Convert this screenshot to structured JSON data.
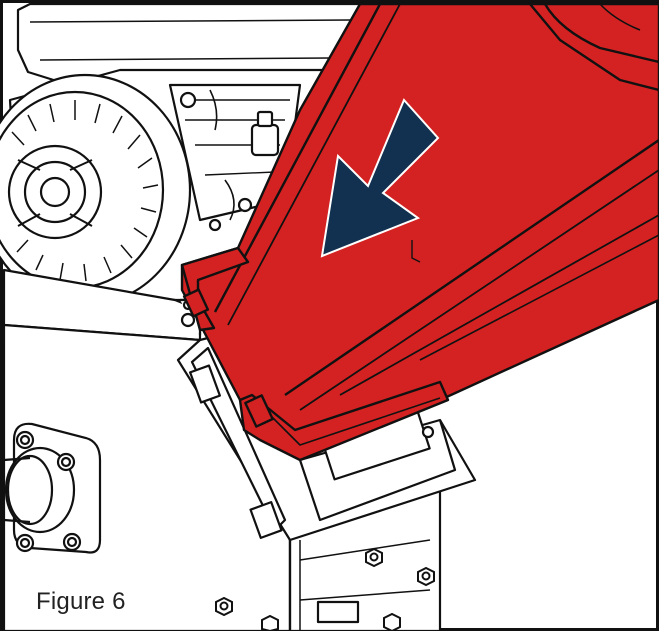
{
  "figure": {
    "caption": "Figure 6"
  },
  "colors": {
    "hopper_red": "#d42222",
    "arrow_navy": "#12304f",
    "line_black": "#111111",
    "background": "#ffffff"
  },
  "illustration": {
    "parts": [
      "engine",
      "recoil-starter",
      "fuel-tank",
      "chipper-housing",
      "hopper-chute",
      "mounting-plate",
      "bearing-flange",
      "mounting-bolts"
    ],
    "indicator_icon": "direction-arrow-icon"
  }
}
